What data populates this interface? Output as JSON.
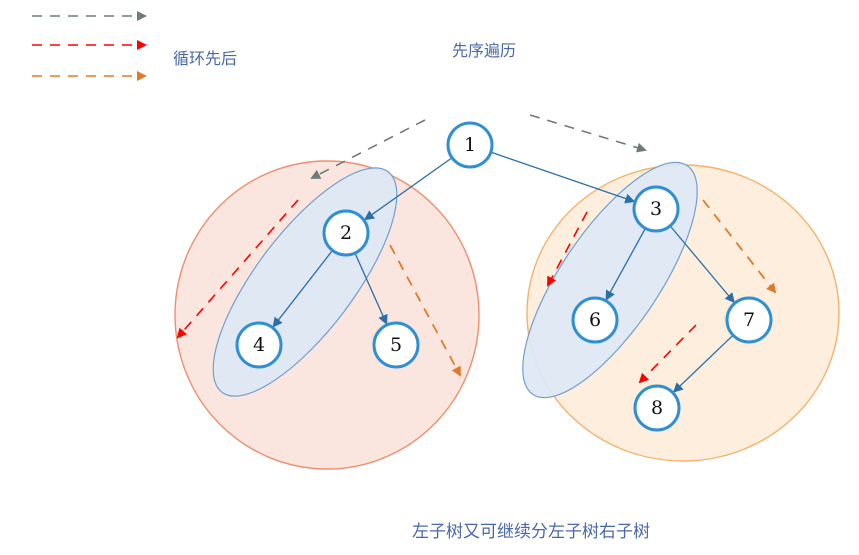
{
  "title": "先序遍历",
  "legend": {
    "label": "循环先后",
    "arrows": [
      {
        "color": "#6f7b78"
      },
      {
        "color": "#ff0000"
      },
      {
        "color": "#e07a2a"
      }
    ]
  },
  "caption": "左子树又可继续分左子树右子树",
  "tree": {
    "nodes": [
      {
        "id": "1",
        "label": "1"
      },
      {
        "id": "2",
        "label": "2"
      },
      {
        "id": "3",
        "label": "3"
      },
      {
        "id": "4",
        "label": "4"
      },
      {
        "id": "5",
        "label": "5"
      },
      {
        "id": "6",
        "label": "6"
      },
      {
        "id": "7",
        "label": "7"
      },
      {
        "id": "8",
        "label": "8"
      }
    ],
    "edges": [
      {
        "from": "1",
        "to": "2"
      },
      {
        "from": "1",
        "to": "3"
      },
      {
        "from": "2",
        "to": "4"
      },
      {
        "from": "2",
        "to": "5"
      },
      {
        "from": "3",
        "to": "6"
      },
      {
        "from": "3",
        "to": "7"
      },
      {
        "from": "7",
        "to": "8"
      }
    ]
  },
  "colors": {
    "node_stroke": "#2f8fd0",
    "edge": "#2a6fa8",
    "left_subtree_fill": "#fbe6df",
    "left_subtree_stroke": "#ee8f6f",
    "right_subtree_fill": "#fdeedd",
    "right_subtree_stroke": "#f5b26b",
    "group_fill": "#dde8f5",
    "group_stroke": "#6f9fd0",
    "traversal_gray": "#6f7b78",
    "traversal_red": "#ff0000",
    "traversal_orange": "#e07a2a"
  }
}
